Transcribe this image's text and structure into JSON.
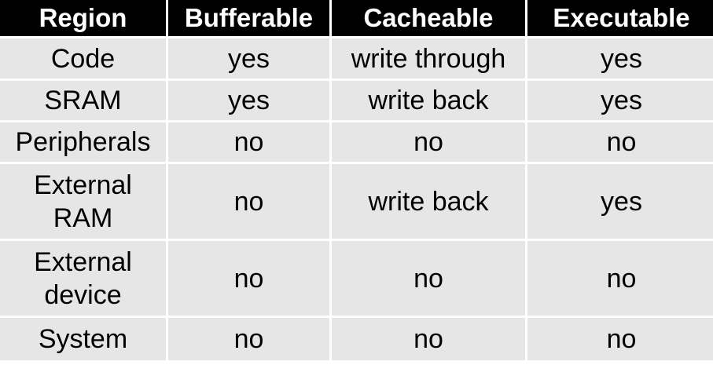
{
  "table": {
    "headers": [
      "Region",
      "Bufferable",
      "Cacheable",
      "Executable"
    ],
    "rows": [
      {
        "region": "Code",
        "bufferable": "yes",
        "cacheable": "write through",
        "executable": "yes"
      },
      {
        "region": "SRAM",
        "bufferable": "yes",
        "cacheable": "write back",
        "executable": "yes"
      },
      {
        "region": "Peripherals",
        "bufferable": "no",
        "cacheable": "no",
        "executable": "no"
      },
      {
        "region": "External\nRAM",
        "bufferable": "no",
        "cacheable": "write back",
        "executable": "yes"
      },
      {
        "region": "External\ndevice",
        "bufferable": "no",
        "cacheable": "no",
        "executable": "no"
      },
      {
        "region": "System",
        "bufferable": "no",
        "cacheable": "no",
        "executable": "no"
      }
    ]
  }
}
